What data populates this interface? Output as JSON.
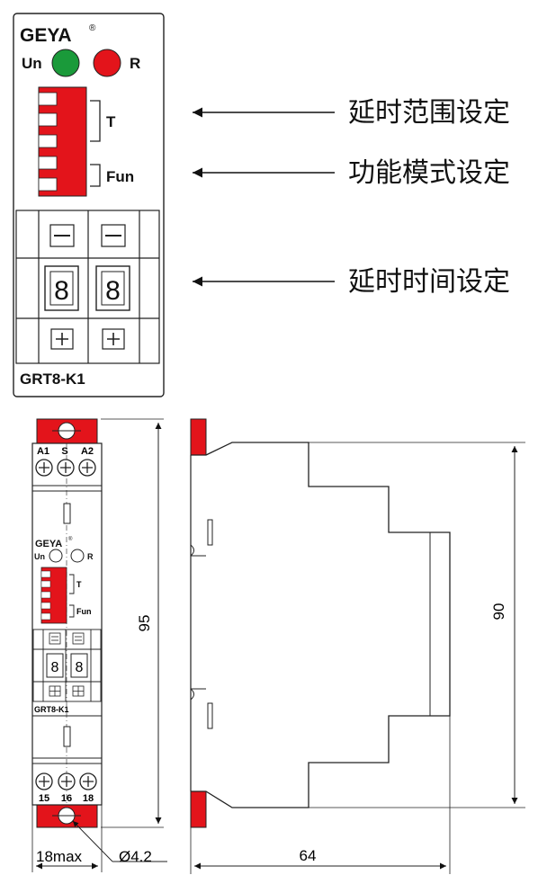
{
  "front_panel": {
    "brand": "GEYA",
    "brand_mark": "®",
    "led_un_label": "Un",
    "led_r_label": "R",
    "led_un_color": "#1a9a3a",
    "led_r_color": "#e3141b",
    "dip_color": "#e3141b",
    "dip_t_label": "T",
    "dip_fun_label": "Fun",
    "digit_left": "8",
    "digit_right": "8",
    "model": "GRT8-K1"
  },
  "callouts": [
    {
      "label": "延时范围设定"
    },
    {
      "label": "功能模式设定"
    },
    {
      "label": "延时时间设定"
    }
  ],
  "module_front": {
    "brand": "GEYA",
    "brand_mark": "®",
    "terminal_top": [
      "A1",
      "S",
      "A2"
    ],
    "terminal_bottom": [
      "15",
      "16",
      "18"
    ],
    "led_un_label": "Un",
    "led_r_label": "R",
    "dip_t_label": "T",
    "dip_fun_label": "Fun",
    "digit_left": "8",
    "digit_right": "8",
    "model": "GRT8-K1",
    "clip_color": "#e3141b"
  },
  "dimensions": {
    "height_front": "95",
    "height_side": "90",
    "width_front": "18max",
    "width_side": "64",
    "hole": "Ø4.2"
  }
}
